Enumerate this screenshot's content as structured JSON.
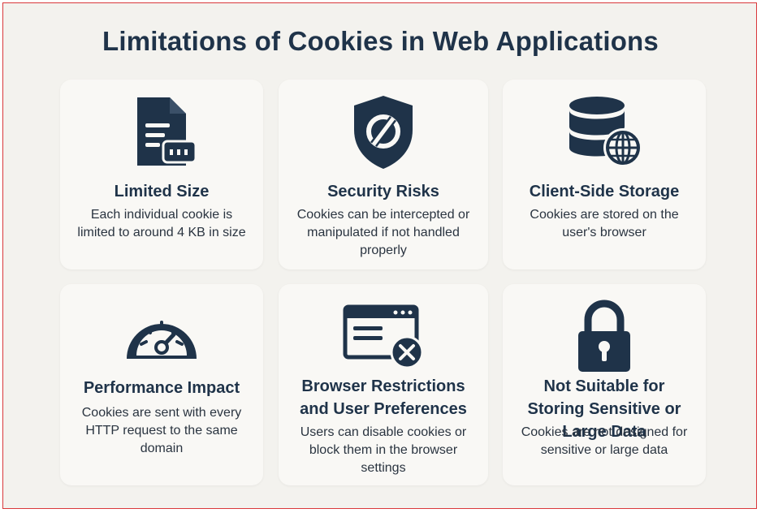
{
  "title": "Limitations of Cookies in Web Applications",
  "colors": {
    "ink": "#1f3349",
    "frame": "#d9383b",
    "card": "#f9f8f5",
    "background": "#f3f2ee"
  },
  "cards": [
    {
      "icon": "document-size-icon",
      "title": "Limited Size",
      "description": "Each individual cookie is limited to around 4 KB in size"
    },
    {
      "icon": "shield-icon",
      "title": "Security Risks",
      "description": "Cookies can be intercepted or manipulated if not handled properly"
    },
    {
      "icon": "database-globe-icon",
      "title": "Client-Side Storage",
      "description": "Cookies are stored on the user's browser"
    },
    {
      "icon": "speedometer-icon",
      "title": "Performance Impact",
      "description": "Cookies are sent with every HTTP request to the same domain"
    },
    {
      "icon": "browser-block-icon",
      "title": "Browser Restrictions and User Preferences",
      "description": "Users can disable cookies or block them in the browser settings"
    },
    {
      "icon": "padlock-icon",
      "title": "Not Suitable for Storing Sensitive or Large Data",
      "description": "Cookies are not designed for sensitive or large data"
    }
  ]
}
